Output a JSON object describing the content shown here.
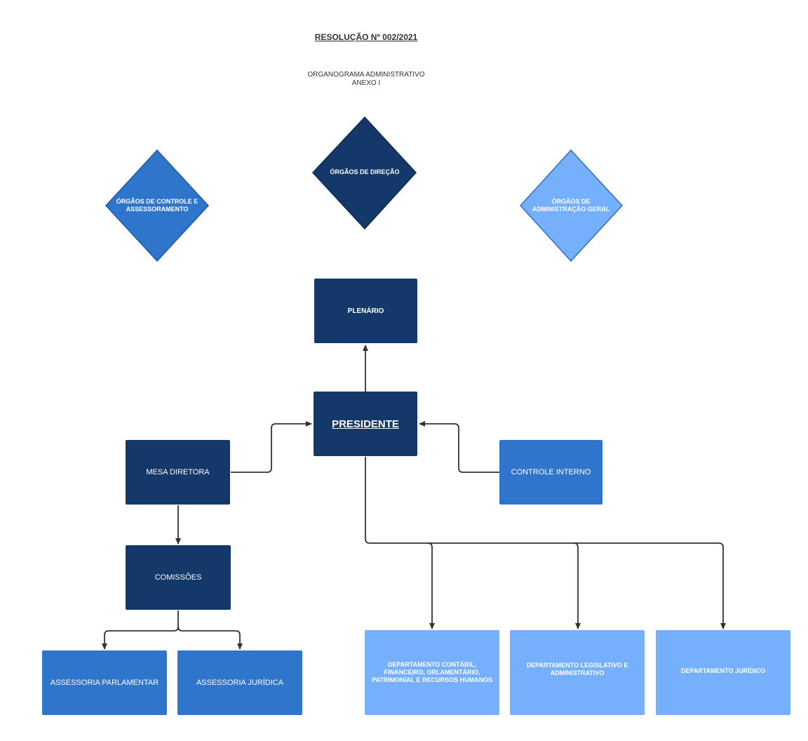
{
  "header": {
    "title": "RESOLUÇÃO Nº 002/2021",
    "subtitle_line1": "ORGANOGRAMA ADMINISTRATIVO",
    "subtitle_line2": "ANEXO I"
  },
  "legend": {
    "controle": "ÓRGÃOS DE CONTROLE E ASSESSORAMENTO",
    "direcao": "ÓRGÃOS DE DIREÇÃO",
    "administracao": "ÓRGÃOS DE ADMINISTRAÇÃO GERAL"
  },
  "nodes": {
    "plenario": "PLENÁRIO",
    "presidente": "PRESIDENTE",
    "mesa": "MESA DIRETORA",
    "controle_interno": "CONTROLE INTERNO",
    "comissoes": "COMISSÕES",
    "assessoria_parlamentar": "ASSESSORIA PARLAMENTAR",
    "assessoria_juridica": "ASSESSORIA JURÍDICA",
    "dep_contabil": "DEPARTAMENTO CONTÁBIL, FINANCEIRO, ORLAMENTÁRIO, PATRIMONIAL E RECURSOS HUMANOS",
    "dep_legislativo": "DEPARTAMENTO LEGISLATIVO E ADMINISTRATIVO",
    "dep_juridico": "DEPARTAMENTO JURÍDICO"
  },
  "colors": {
    "direcao": "#14386a",
    "controle": "#2f75cc",
    "administracao": "#76b0fd",
    "connector": "#333333"
  }
}
